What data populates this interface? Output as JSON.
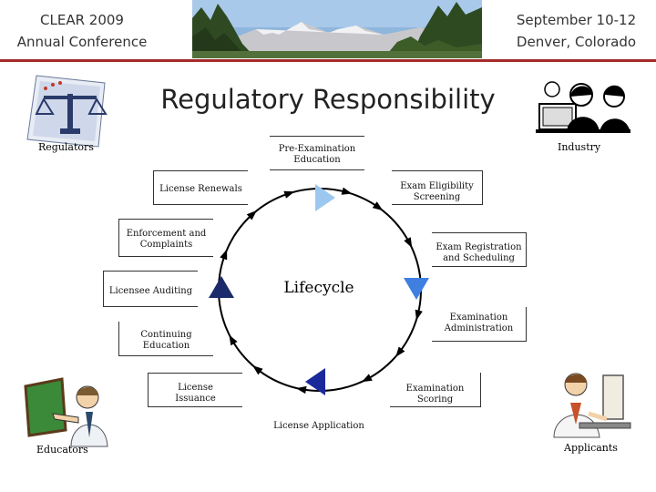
{
  "header": {
    "left_line1": "CLEAR 2009",
    "left_line2": "Annual Conference",
    "right_line1": "September 10-12",
    "right_line2": "Denver, Colorado"
  },
  "title": "Regulatory Responsibility",
  "corners": {
    "top_left": "Regulators",
    "top_right": "Industry",
    "bottom_left": "Educators",
    "bottom_right": "Applicants"
  },
  "center_label": "Lifecycle",
  "stages": [
    {
      "line1": "Pre-Examination",
      "line2": "Education"
    },
    {
      "line1": "Exam Eligibility",
      "line2": "Screening"
    },
    {
      "line1": "Exam Registration",
      "line2": "and Scheduling"
    },
    {
      "line1": "Examination",
      "line2": "Administration"
    },
    {
      "line1": "Examination",
      "line2": "Scoring"
    },
    {
      "line1": "License Application",
      "line2": ""
    },
    {
      "line1": "License",
      "line2": "Issuance"
    },
    {
      "line1": "Continuing",
      "line2": "Education"
    },
    {
      "line1": "Licensee Auditing",
      "line2": ""
    },
    {
      "line1": "Enforcement and",
      "line2": "Complaints"
    },
    {
      "line1": "License Renewals",
      "line2": ""
    }
  ],
  "colors": {
    "rule": "#a52a2a",
    "triangle_light": "#9cc8f0",
    "triangle_mid": "#3f7fe0",
    "triangle_dark": "#1a2a9a",
    "triangle_navy": "#1b2a6b"
  },
  "icons": [
    "scales-of-justice-icon",
    "meeting-people-icon",
    "teacher-chalkboard-icon",
    "person-at-computer-icon"
  ]
}
